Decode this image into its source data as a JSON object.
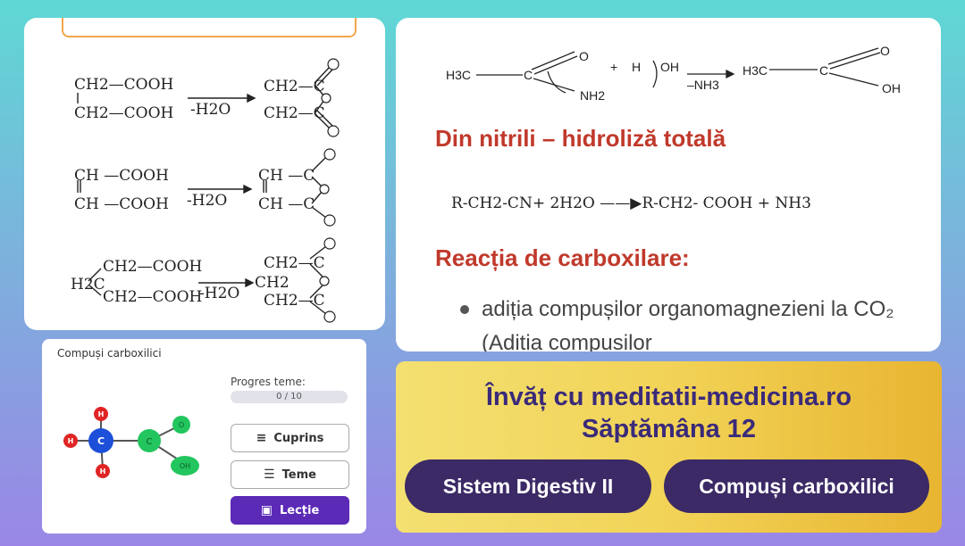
{
  "left_panel": {
    "reactions": [
      {
        "reactant_top": "CH2—COOH",
        "reactant_bottom": "CH2—COOH",
        "condition": "-H2O",
        "product_top": "CH2—C",
        "product_bottom": "CH2—C"
      },
      {
        "reactant_top": "CH —COOH",
        "reactant_bottom": "CH —COOH",
        "condition": "-H2O",
        "product_top": "CH —C",
        "product_bottom": "CH —C"
      },
      {
        "reactant_prefix": "H2C",
        "reactant_top": "CH2—COOH",
        "reactant_bottom": "CH2—COOH",
        "condition": "-H2O",
        "product_top": "CH2—C",
        "product_mid": "CH2",
        "product_bottom": "CH2—C"
      }
    ],
    "atom_O": "O"
  },
  "right_panel": {
    "amide_reaction": {
      "left": "H3C",
      "carbon": "C",
      "oxygen": "O",
      "amine": "NH2",
      "plus": "+",
      "water_h": "H",
      "water_oh": "OH",
      "arrow_label": "–NH3",
      "product_left": "H3C",
      "product_c": "C",
      "product_o": "O",
      "product_oh": "OH"
    },
    "heading_nitrili": "Din nitrili – hidroliză totală",
    "nitrile_equation": "R-CH2-CN+ 2H2O ——▶R-CH2- COOH + NH3",
    "heading_carboxilare": "Reacția de carboxilare:",
    "bullet_text": "adiția compușilor organomagnezieni la CO₂ (Aditia compusilor"
  },
  "course_card": {
    "title": "Compuși carboxilici",
    "progress_label": "Progres teme:",
    "progress_text": "0 / 10",
    "progress_value": 0,
    "progress_max": 10,
    "buttons": [
      {
        "label": "Cuprins",
        "icon": "list-icon"
      },
      {
        "label": "Teme",
        "icon": "checklist-icon"
      },
      {
        "label": "Lecție",
        "icon": "book-icon"
      }
    ],
    "molecule": {
      "h": "H",
      "c": "C",
      "o": "O",
      "oh": "OH"
    }
  },
  "banner": {
    "line1": "Învăț cu meditatii-medicina.ro",
    "line2": "Săptămâna 12",
    "pill1": "Sistem Digestiv II",
    "pill2": "Compuși carboxilici"
  },
  "colors": {
    "accent": "#5b2ab6",
    "title_red": "#c0392b",
    "pill": "#3b2a66",
    "banner_text": "#3a2a7a"
  }
}
